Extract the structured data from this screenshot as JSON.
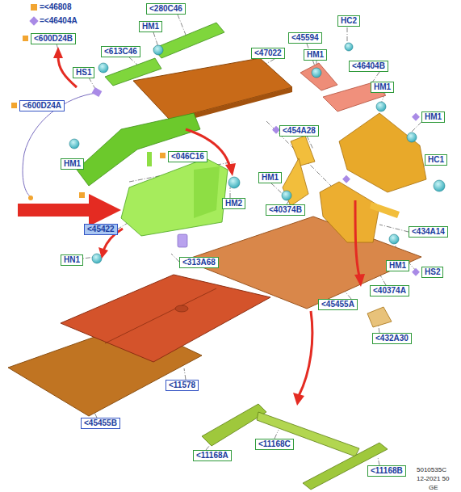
{
  "diagram": {
    "nodes": [
      {
        "text": [
          "<280C46"
        ]
      },
      {
        "text": [
          "HC2"
        ]
      },
      {
        "text": [
          "HM1"
        ]
      },
      {
        "text": [
          "<45594"
        ]
      },
      {
        "text": [
          "<600D24B"
        ]
      },
      {
        "text": [
          "<613C46"
        ]
      },
      {
        "text": [
          "<47022"
        ]
      },
      {
        "text": [
          "HM1"
        ]
      },
      {
        "text": [
          "<46404B"
        ]
      },
      {
        "text": [
          "HS1"
        ]
      },
      {
        "text": [
          "HM1"
        ]
      },
      {
        "text": [
          "<600D24A"
        ]
      },
      {
        "text": [
          "HM1"
        ]
      },
      {
        "text": [
          "<454A28"
        ]
      },
      {
        "text": [
          "<046C16"
        ]
      },
      {
        "text": [
          "HC1"
        ]
      },
      {
        "text": [
          "HM1"
        ]
      },
      {
        "text": [
          "HM1"
        ]
      },
      {
        "text": [
          "HM2"
        ]
      },
      {
        "text": [
          "<40374B"
        ]
      },
      {
        "text": [
          "<45422"
        ]
      },
      {
        "text": [
          "<434A14"
        ]
      },
      {
        "text": [
          "HN1"
        ]
      },
      {
        "text": [
          "<313A68"
        ]
      },
      {
        "text": [
          "HM1"
        ]
      },
      {
        "text": [
          "HS2"
        ]
      },
      {
        "text": [
          "<40374A"
        ]
      },
      {
        "text": [
          "<45455A"
        ]
      },
      {
        "text": [
          "<432A30"
        ]
      },
      {
        "text": [
          "<11578"
        ]
      },
      {
        "text": [
          "<45455B"
        ]
      },
      {
        "text": [
          "<11168C"
        ]
      },
      {
        "text": [
          "<11168A"
        ]
      },
      {
        "text": [
          "<11168B"
        ]
      }
    ],
    "labels": [
      "5010535C",
      "12-2021 50",
      "GE"
    ],
    "legend": [
      {
        "text": "=<46808",
        "color": "#f2a531"
      },
      {
        "text": "=<46404A",
        "color": "#a98ae6"
      }
    ]
  }
}
